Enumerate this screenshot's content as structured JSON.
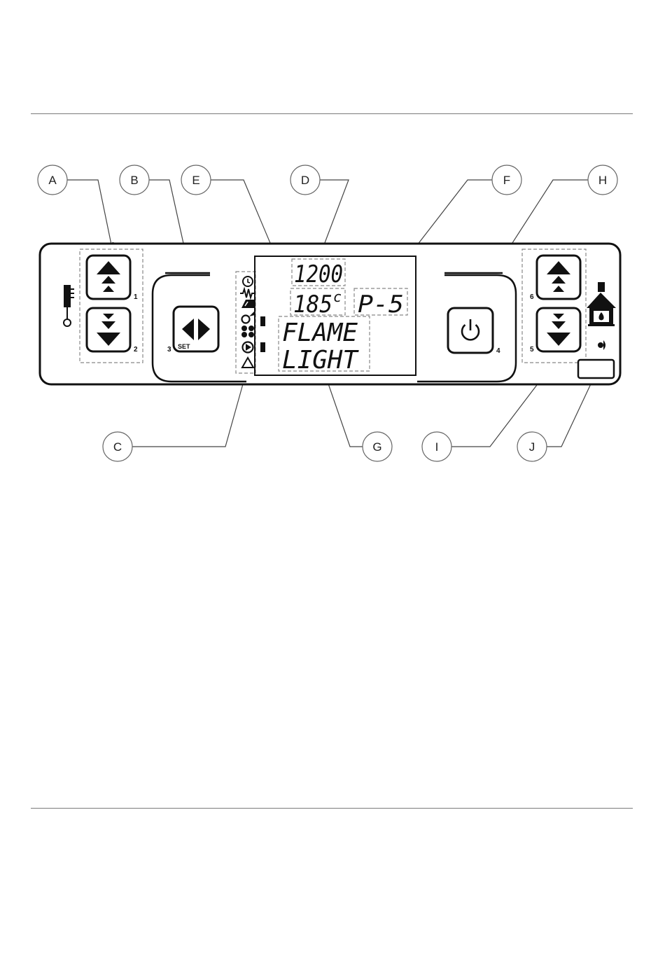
{
  "callouts": {
    "A": "A",
    "B": "B",
    "C": "C",
    "D": "D",
    "E": "E",
    "F": "F",
    "G": "G",
    "H": "H",
    "I": "I",
    "J": "J"
  },
  "display": {
    "top_value": "1200",
    "temperature": "185",
    "temperature_unit": "c",
    "power_level": "P-5",
    "message_line1": "FLAME",
    "message_line2": "LIGHT"
  },
  "buttons": {
    "num_1": "1",
    "num_2": "2",
    "num_3": "3",
    "set_label": "SET",
    "num_4": "4",
    "num_5": "5",
    "num_6": "6"
  },
  "status_icons": [
    "clock-icon",
    "heater-icon",
    "auger-icon",
    "ignition-icon",
    "fan-icon",
    "pump-icon",
    "alarm-triangle-icon"
  ],
  "side_icons": [
    "thermometer-icon",
    "stove-flame-icon",
    "speaker-icon"
  ]
}
